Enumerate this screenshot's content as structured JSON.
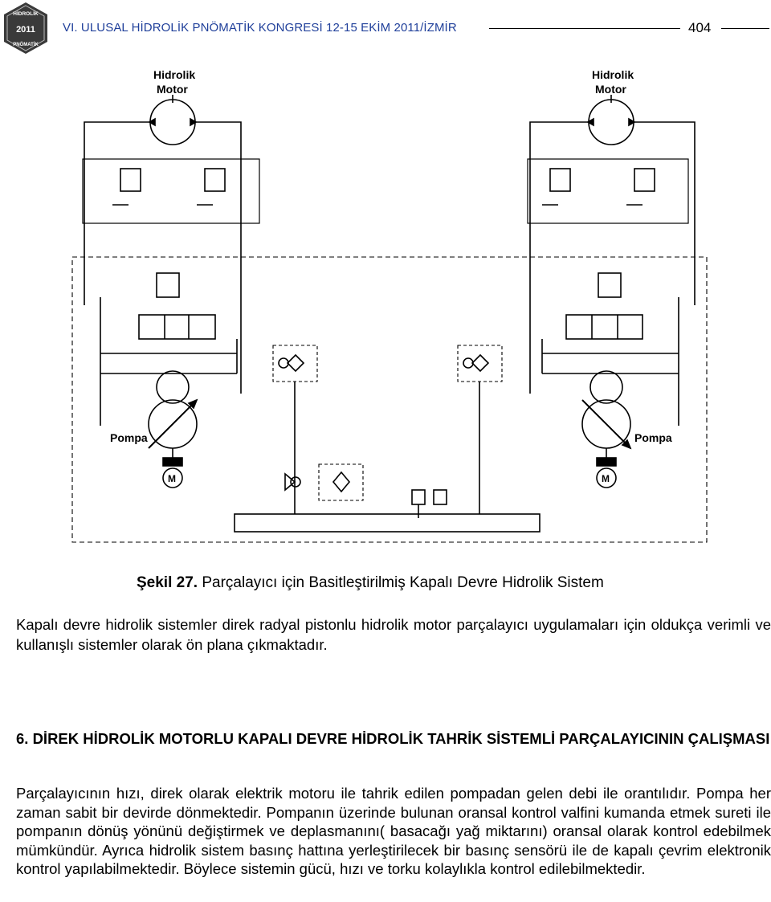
{
  "header": {
    "logo_text": [
      "HİDROLİK",
      "2011",
      "PNÖMATİK"
    ],
    "conference": "VI. ULUSAL HİDROLİK PNÖMATİK KONGRESİ 12-15 EKİM 2011/İZMİR",
    "page_number": "404"
  },
  "figure": {
    "labels": {
      "motor_left": [
        "Hidrolik",
        "Motor"
      ],
      "motor_right": [
        "Hidrolik",
        "Motor"
      ],
      "pump_left": "Pompa",
      "pump_right": "Pompa",
      "m": "M"
    },
    "caption_label": "Şekil 27.",
    "caption_text": " Parçalayıcı için Basitleştirilmiş Kapalı Devre Hidrolik Sistem"
  },
  "body": {
    "paragraph1": "Kapalı devre hidrolik sistemler direk radyal pistonlu hidrolik motor parçalayıcı uygulamaları için oldukça verimli ve kullanışlı sistemler olarak ön plana çıkmaktadır.",
    "heading": "6. DİREK HİDROLİK MOTORLU KAPALI DEVRE HİDROLİK TAHRİK SİSTEMLİ PARÇALAYICININ ÇALIŞMASI",
    "paragraph2": "Parçalayıcının hızı, direk olarak elektrik motoru ile tahrik edilen pompadan gelen debi ile orantılıdır. Pompa her zaman sabit bir devirde dönmektedir. Pompanın üzerinde bulunan oransal kontrol valfini kumanda etmek sureti ile pompanın dönüş yönünü değiştirmek ve deplasmanını( basacağı yağ miktarını) oransal olarak kontrol edebilmek mümkündür. Ayrıca hidrolik sistem basınç hattına yerleştirilecek bir basınç sensörü ile de kapalı çevrim elektronik kontrol yapılabilmektedir. Böylece sistemin gücü, hızı ve torku kolaylıkla kontrol edilebilmektedir."
  }
}
